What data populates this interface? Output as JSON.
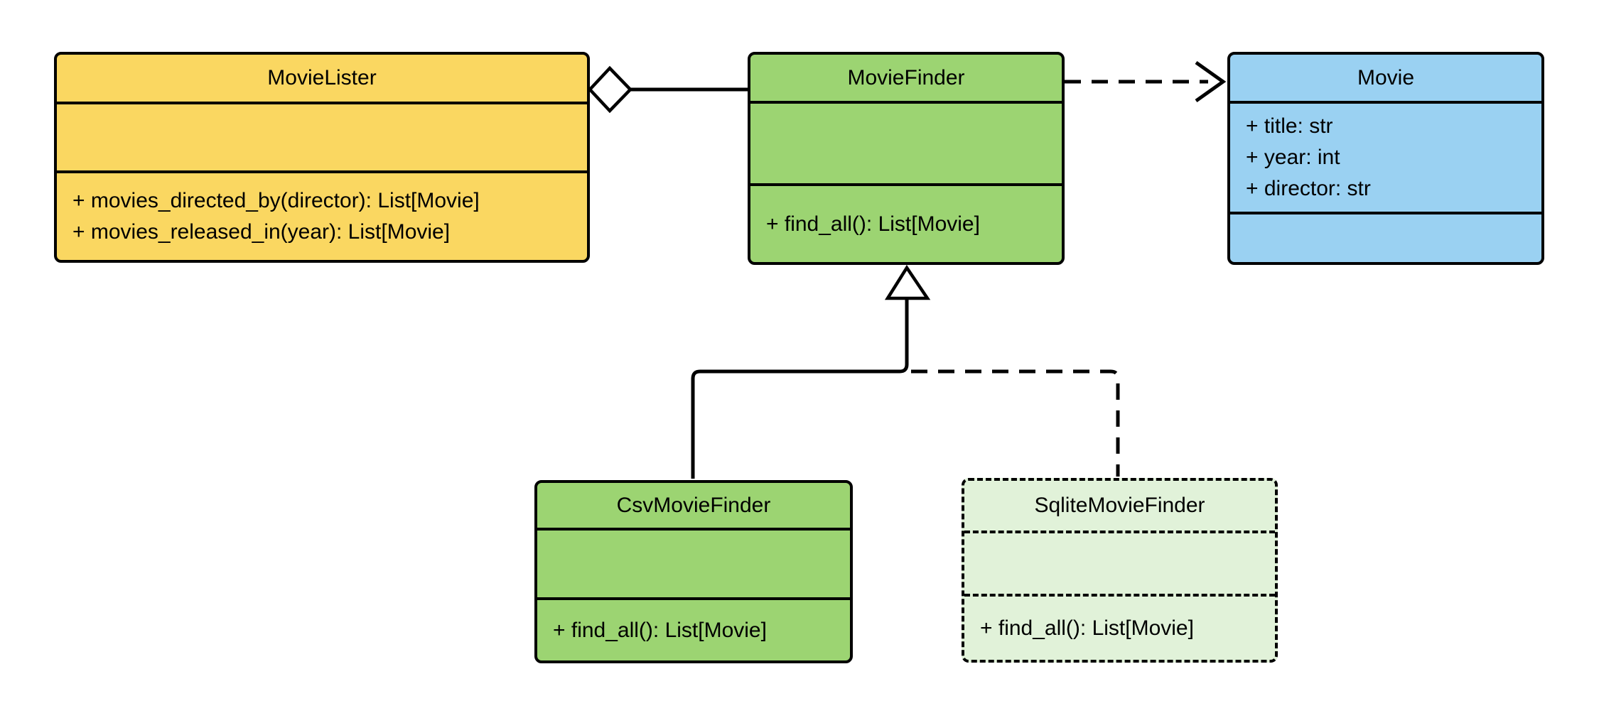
{
  "uml": {
    "diagram_type": "uml-class-diagram",
    "classes": [
      {
        "name": "MovieLister",
        "attributes": [],
        "methods": [
          "+ movies_directed_by(director): List[Movie]",
          "+ movies_released_in(year): List[Movie]"
        ],
        "fill_color": "#FAD761",
        "border_style": "solid"
      },
      {
        "name": "MovieFinder",
        "attributes": [],
        "methods": [
          "+ find_all(): List[Movie]"
        ],
        "fill_color": "#9CD472",
        "border_style": "solid"
      },
      {
        "name": "Movie",
        "attributes": [
          "+ title: str",
          "+ year: int",
          "+ director: str"
        ],
        "methods": [],
        "fill_color": "#9AD1F2",
        "border_style": "solid"
      },
      {
        "name": "CsvMovieFinder",
        "attributes": [],
        "methods": [
          "+ find_all(): List[Movie]"
        ],
        "fill_color": "#9CD472",
        "border_style": "solid"
      },
      {
        "name": "SqliteMovieFinder",
        "attributes": [],
        "methods": [
          "+ find_all(): List[Movie]"
        ],
        "fill_color": "#E1F2D9",
        "border_style": "dashed"
      }
    ],
    "relationships": [
      {
        "type": "aggregation",
        "from": "MovieLister",
        "to": "MovieFinder",
        "line_style": "solid",
        "marker": "hollow-diamond-at-MovieLister"
      },
      {
        "type": "dependency",
        "from": "MovieFinder",
        "to": "Movie",
        "line_style": "dashed",
        "marker": "open-arrow-at-Movie"
      },
      {
        "type": "generalization",
        "from": "CsvMovieFinder",
        "to": "MovieFinder",
        "line_style": "solid",
        "marker": "hollow-triangle-at-MovieFinder"
      },
      {
        "type": "generalization",
        "from": "SqliteMovieFinder",
        "to": "MovieFinder",
        "line_style": "dashed",
        "marker": "hollow-triangle-at-MovieFinder"
      }
    ],
    "colors": {
      "background": "#FFFFFF",
      "stroke": "#000000",
      "yellow_fill": "#FAD761",
      "green_fill": "#9CD472",
      "light_green_fill": "#E1F2D9",
      "blue_fill": "#9AD1F2"
    }
  }
}
